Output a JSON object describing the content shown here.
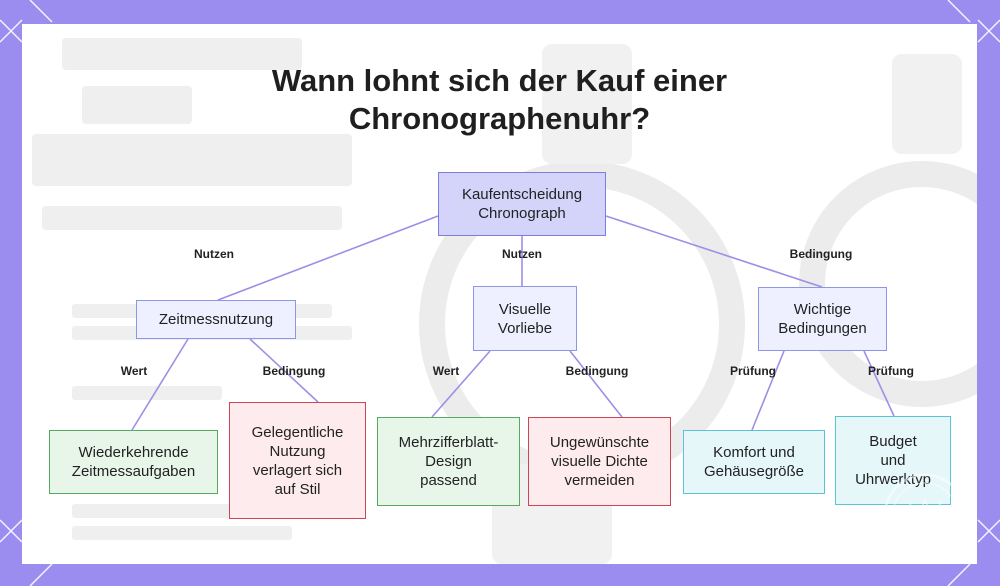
{
  "title": "Wann lohnt sich der Kauf einer\nChronographenuhr?",
  "root": {
    "label": "Kaufentscheidung\nChronograph"
  },
  "branches": [
    {
      "edge_label": "Nutzen",
      "label": "Zeitmessnutzung",
      "children": [
        {
          "edge_label": "Wert",
          "label": "Wiederkehrende\nZeitmessaufgaben"
        },
        {
          "edge_label": "Bedingung",
          "label": "Gelegentliche\nNutzung\nverlagert sich\nauf Stil"
        }
      ]
    },
    {
      "edge_label": "Nutzen",
      "label": "Visuelle\nVorliebe",
      "children": [
        {
          "edge_label": "Wert",
          "label": "Mehrzifferblatt-\nDesign\npassend"
        },
        {
          "edge_label": "Bedingung",
          "label": "Ungewünschte\nvisuelle Dichte\nvermeiden"
        }
      ]
    },
    {
      "edge_label": "Bedingung",
      "label": "Wichtige\nBedingungen",
      "children": [
        {
          "edge_label": "Prüfung",
          "label": "Komfort und\nGehäusegröße"
        },
        {
          "edge_label": "Prüfung",
          "label": "Budget\nund\nUhrwerktyp"
        }
      ]
    }
  ],
  "colors": {
    "frame": "#9b8cf0",
    "connector": "#a08ee6",
    "root_fill": "#d4d4fb",
    "green_border": "#56aa60",
    "red_border": "#cc4455",
    "cyan_border": "#5bc3d3"
  }
}
